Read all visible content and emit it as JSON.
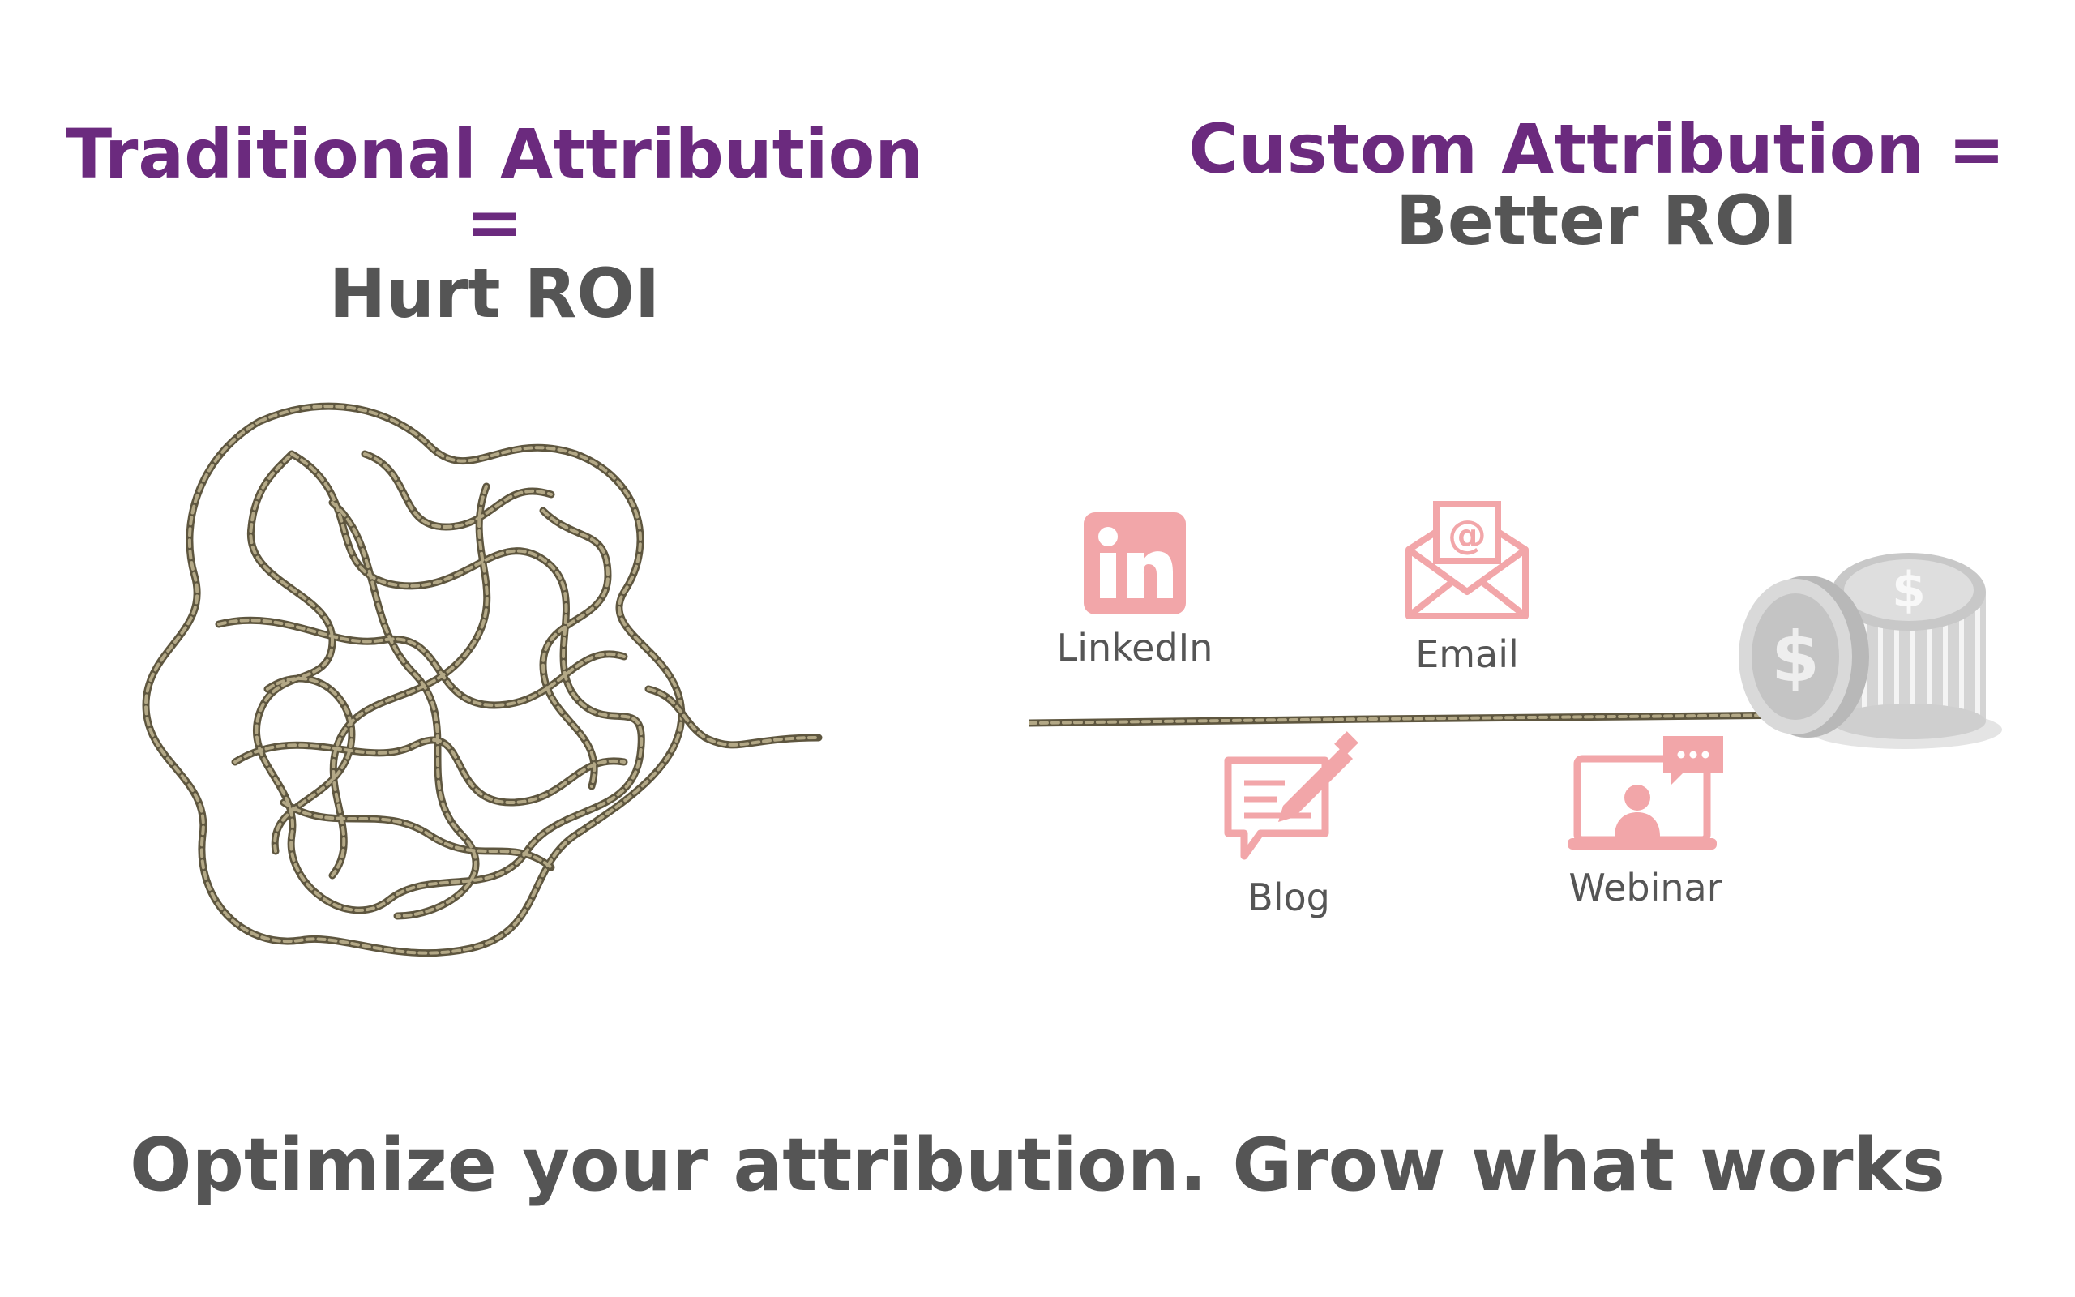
{
  "left": {
    "title_line1": "Traditional Attribution =",
    "title_line2": "Hurt ROI"
  },
  "right": {
    "title_line1": "Custom Attribution =",
    "title_line2": "Better ROI"
  },
  "channels": [
    {
      "label": "LinkedIn",
      "icon": "linkedin-icon"
    },
    {
      "label": "Email",
      "icon": "email-icon"
    },
    {
      "label": "Blog",
      "icon": "blog-icon"
    },
    {
      "label": "Webinar",
      "icon": "webinar-icon"
    }
  ],
  "tagline": "Optimize your attribution. Grow what works",
  "colors": {
    "purple": "#6b2a7e",
    "gray": "#555555",
    "icon_pink": "#f2a6a9",
    "rope": "#8a8062",
    "coin": "#c9c9c9"
  }
}
